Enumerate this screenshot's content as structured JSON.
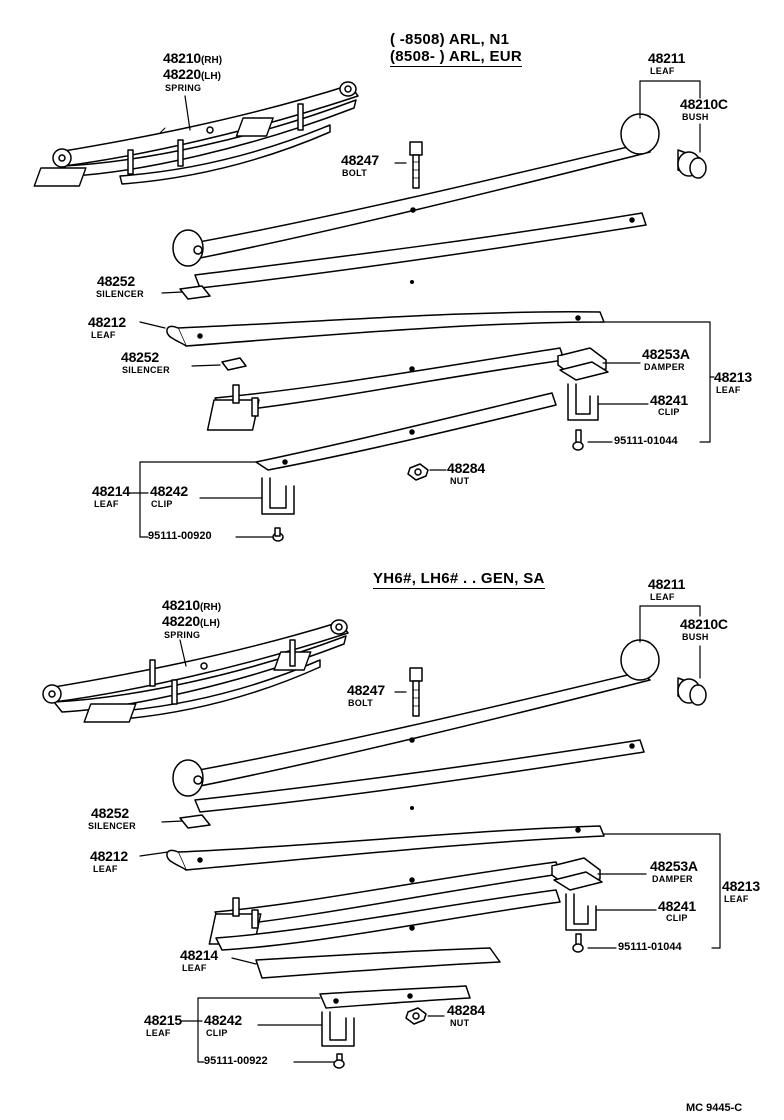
{
  "diagram1": {
    "header_line1": "(      -8508) ARL, N1",
    "header_line2": "(8508-       ) ARL, EUR",
    "spring_pn_rh": "48210",
    "spring_suffix_rh": "(RH)",
    "spring_pn_lh": "48220",
    "spring_suffix_lh": "(LH)",
    "spring_name": "SPRING",
    "leaf_48211_pn": "48211",
    "leaf_48211_name": "LEAF",
    "bush_pn": "48210C",
    "bush_name": "BUSH",
    "bolt_pn": "48247",
    "bolt_name": "BOLT",
    "silencer1_pn": "48252",
    "silencer1_name": "SILENCER",
    "leaf_48212_pn": "48212",
    "leaf_48212_name": "LEAF",
    "silencer2_pn": "48252",
    "silencer2_name": "SILENCER",
    "damper_pn": "48253A",
    "damper_name": "DAMPER",
    "leaf_48213_pn": "48213",
    "leaf_48213_name": "LEAF",
    "clip_48241_pn": "48241",
    "clip_48241_name": "CLIP",
    "screw_01044": "95111-01044",
    "leaf_48214_pn": "48214",
    "leaf_48214_name": "LEAF",
    "clip_48242_pn": "48242",
    "clip_48242_name": "CLIP",
    "nut_pn": "48284",
    "nut_name": "NUT",
    "screw_00920": "95111-00920"
  },
  "diagram2": {
    "header": "YH6#, LH6# . . GEN, SA",
    "spring_pn_rh": "48210",
    "spring_suffix_rh": "(RH)",
    "spring_pn_lh": "48220",
    "spring_suffix_lh": "(LH)",
    "spring_name": "SPRING",
    "leaf_48211_pn": "48211",
    "leaf_48211_name": "LEAF",
    "bush_pn": "48210C",
    "bush_name": "BUSH",
    "bolt_pn": "48247",
    "bolt_name": "BOLT",
    "silencer_pn": "48252",
    "silencer_name": "SILENCER",
    "leaf_48212_pn": "48212",
    "leaf_48212_name": "LEAF",
    "damper_pn": "48253A",
    "damper_name": "DAMPER",
    "leaf_48213_pn": "48213",
    "leaf_48213_name": "LEAF",
    "clip_48241_pn": "48241",
    "clip_48241_name": "CLIP",
    "screw_01044": "95111-01044",
    "leaf_48214_pn": "48214",
    "leaf_48214_name": "LEAF",
    "leaf_48215_pn": "48215",
    "leaf_48215_name": "LEAF",
    "clip_48242_pn": "48242",
    "clip_48242_name": "CLIP",
    "nut_pn": "48284",
    "nut_name": "NUT",
    "screw_00922": "95111-00922"
  },
  "footer_code": "MC 9445-C"
}
